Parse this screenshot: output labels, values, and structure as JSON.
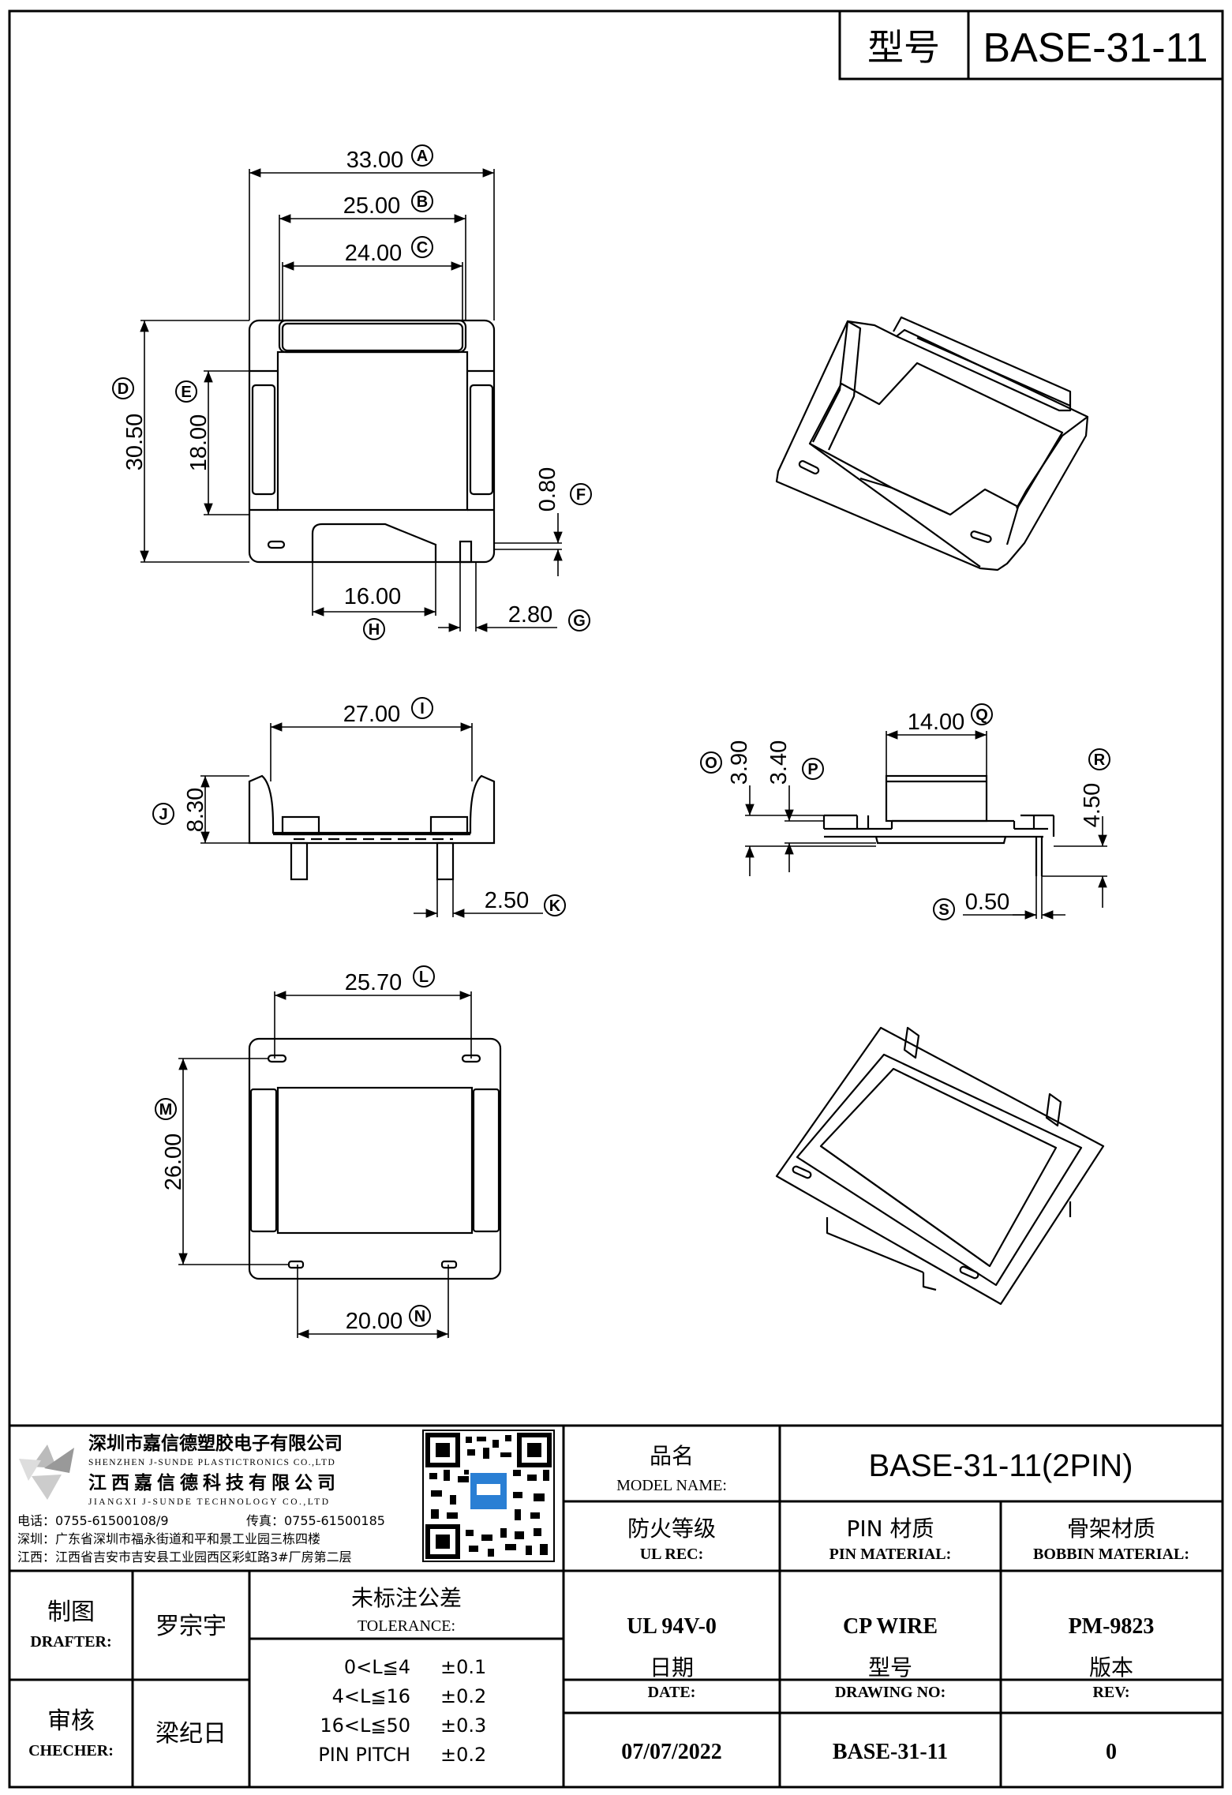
{
  "header": {
    "model_label": "型号",
    "model_value": "BASE-31-11"
  },
  "dimensions": [
    {
      "value": "33.00",
      "label": "A"
    },
    {
      "value": "25.00",
      "label": "B"
    },
    {
      "value": "24.00",
      "label": "C"
    },
    {
      "value": "30.50",
      "label": "D"
    },
    {
      "value": "18.00",
      "label": "E"
    },
    {
      "value": "0.80",
      "label": "F"
    },
    {
      "value": "2.80",
      "label": "G"
    },
    {
      "value": "16.00",
      "label": "H"
    },
    {
      "value": "27.00",
      "label": "I"
    },
    {
      "value": "8.30",
      "label": "J"
    },
    {
      "value": "2.50",
      "label": "K"
    },
    {
      "value": "25.70",
      "label": "L"
    },
    {
      "value": "26.00",
      "label": "M"
    },
    {
      "value": "20.00",
      "label": "N"
    },
    {
      "value": "3.90",
      "label": "O"
    },
    {
      "value": "3.40",
      "label": "P"
    },
    {
      "value": "14.00",
      "label": "Q"
    },
    {
      "value": "4.50",
      "label": "R"
    },
    {
      "value": "0.50",
      "label": "S"
    }
  ],
  "company": {
    "name_cn_1": "深圳市嘉信德塑胶电子有限公司",
    "name_en_1": "SHENZHEN J-SUNDE PLASTICTRONICS CO.,LTD",
    "name_cn_2": "江西嘉信德科技有限公司",
    "name_en_2": "JIANGXI J-SUNDE TECHNOLOGY CO.,LTD",
    "tel": "电话：0755-61500108/9",
    "fax": "传真：0755-61500185",
    "addr_sz": "深圳：广东省深圳市福永街道和平和景工业园三栋四楼",
    "addr_jx": "江西：江西省吉安市吉安县工业园西区彩虹路3#厂房第二层"
  },
  "title_block": {
    "model_name_cn": "品名",
    "model_name_en": "MODEL NAME:",
    "model_name_value": "BASE-31-11(2PIN)",
    "ul_cn": "防火等级",
    "ul_en": "UL REC:",
    "ul_value": "UL 94V-0",
    "pin_cn": "PIN 材质",
    "pin_en": "PIN MATERIAL:",
    "pin_value": "CP WIRE",
    "bobbin_cn": "骨架材质",
    "bobbin_en": "BOBBIN MATERIAL:",
    "bobbin_value": "PM-9823",
    "drafter_cn": "制图",
    "drafter_en": "DRAFTER:",
    "drafter_value": "罗宗宇",
    "checker_cn": "审核",
    "checker_en": "CHECHER:",
    "checker_value": "梁纪日",
    "tolerance_cn": "未标注公差",
    "tolerance_en": "TOLERANCE:",
    "tolerances": [
      {
        "range": "0<L≦4",
        "value": "±0.1"
      },
      {
        "range": "4<L≦16",
        "value": "±0.2"
      },
      {
        "range": "16<L≦50",
        "value": "±0.3"
      },
      {
        "range": "PIN PITCH",
        "value": "±0.2"
      }
    ],
    "date_cn": "日期",
    "date_en": "DATE:",
    "date_value": "07/07/2022",
    "drawing_cn": "型号",
    "drawing_en": "DRAWING NO:",
    "drawing_value": "BASE-31-11",
    "rev_cn": "版本",
    "rev_en": "REV:",
    "rev_value": "0"
  }
}
